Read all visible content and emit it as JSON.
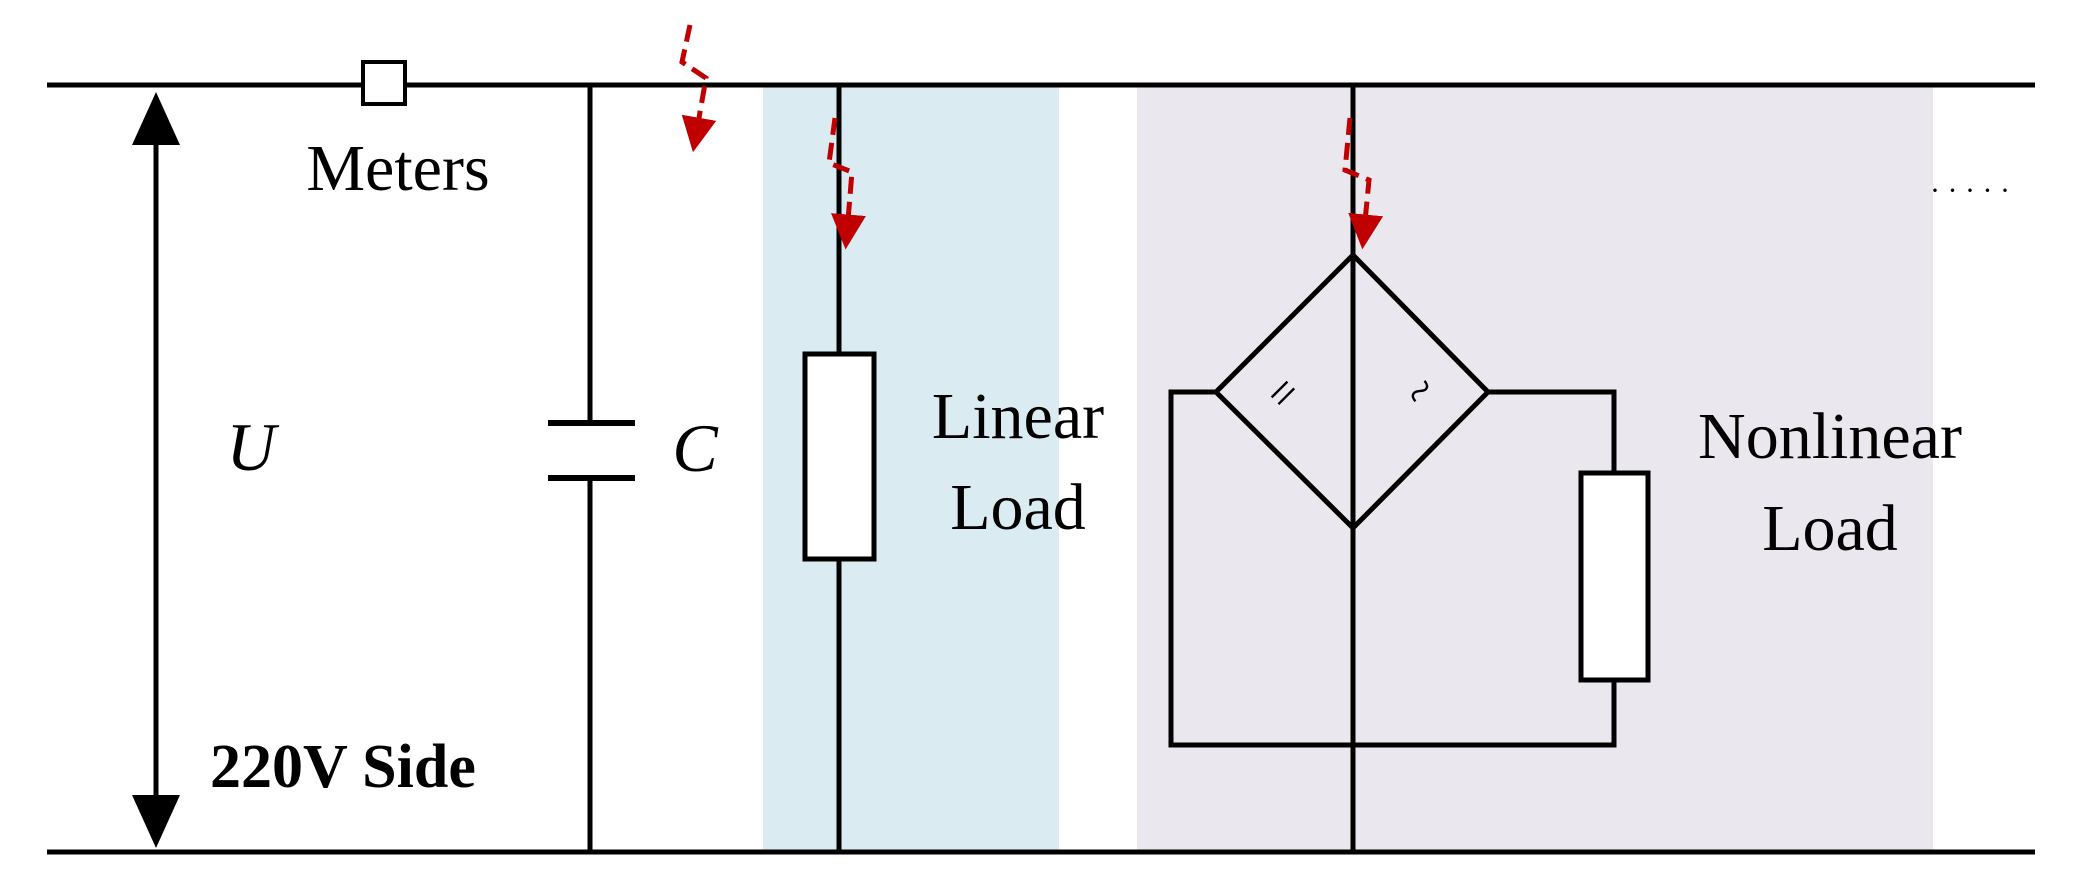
{
  "labels": {
    "meters": "Meters",
    "voltage": "U",
    "capacitor": "C",
    "side": "220V Side",
    "linear_line1": "Linear",
    "linear_line2": "Load",
    "nonlinear_line1": "Nonlinear",
    "nonlinear_line2": "Load",
    "rect_dc": "=",
    "rect_ac": "~",
    "continuation": "· · · · ·"
  },
  "colors": {
    "wire": "#000000",
    "current_arrow": "#c00000",
    "linear_band": "#daebf1",
    "nonlinear_band": "#ebe7ef"
  }
}
